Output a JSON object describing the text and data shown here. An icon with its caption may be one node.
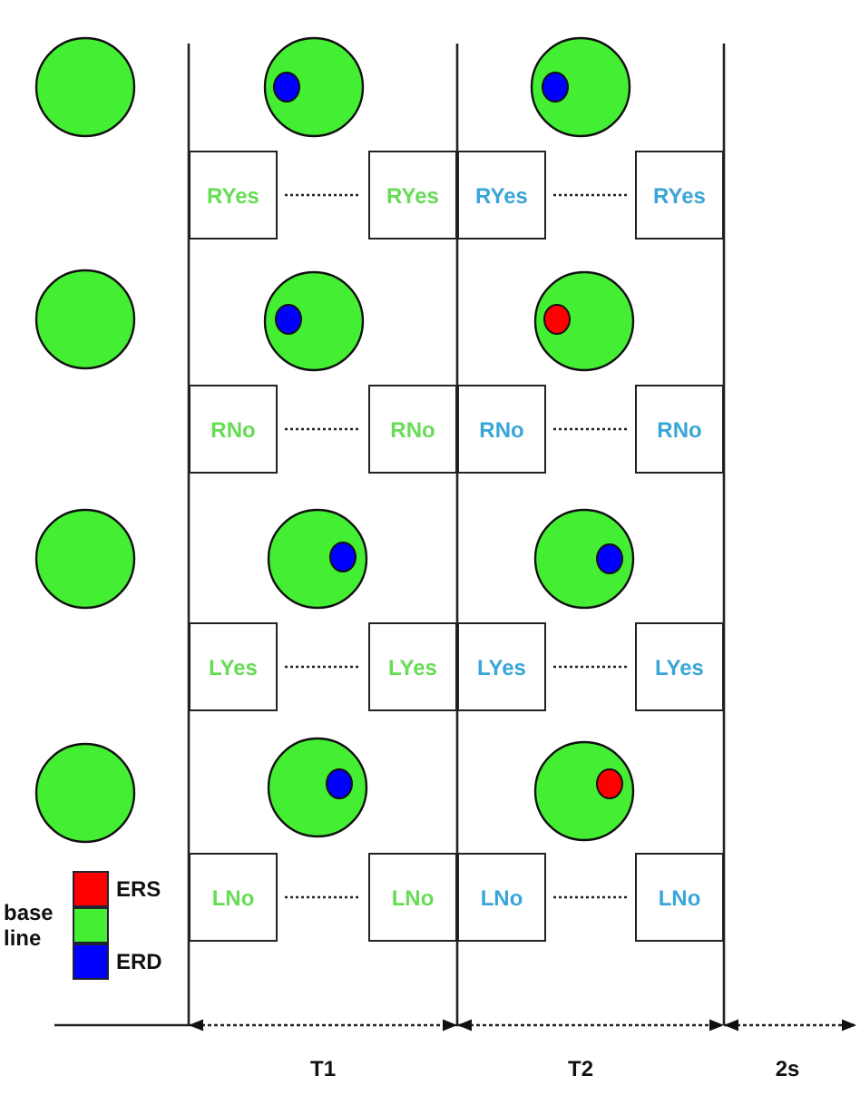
{
  "diagram": {
    "nodes": [
      {
        "text": [
          "RYes"
        ]
      },
      {
        "text": [
          "RYes"
        ]
      },
      {
        "text": [
          "RYes"
        ]
      },
      {
        "text": [
          "RYes"
        ]
      },
      {
        "text": [
          "RNo"
        ]
      },
      {
        "text": [
          "RNo"
        ]
      },
      {
        "text": [
          "RNo"
        ]
      },
      {
        "text": [
          "RNo"
        ]
      },
      {
        "text": [
          "LYes"
        ]
      },
      {
        "text": [
          "LYes"
        ]
      },
      {
        "text": [
          "LYes"
        ]
      },
      {
        "text": [
          "LYes"
        ]
      },
      {
        "text": [
          "LNo"
        ]
      },
      {
        "text": [
          "LNo"
        ]
      },
      {
        "text": [
          "LNo"
        ]
      },
      {
        "text": [
          "LNo"
        ]
      }
    ],
    "edges": [
      {
        "from": 0,
        "to": 1,
        "arrow": "none",
        "style": "dashed"
      },
      {
        "from": 2,
        "to": 3,
        "arrow": "none",
        "style": "dashed"
      },
      {
        "from": 4,
        "to": 5,
        "arrow": "none",
        "style": "dashed"
      },
      {
        "from": 6,
        "to": 7,
        "arrow": "none",
        "style": "dashed"
      },
      {
        "from": 8,
        "to": 9,
        "arrow": "none",
        "style": "dashed"
      },
      {
        "from": 10,
        "to": 11,
        "arrow": "none",
        "style": "dashed"
      },
      {
        "from": 12,
        "to": 13,
        "arrow": "none",
        "style": "dashed"
      },
      {
        "from": 14,
        "to": 15,
        "arrow": "none",
        "style": "dashed"
      }
    ],
    "labels": [
      "T1",
      "T2",
      "2s"
    ],
    "legend": [
      {
        "text": "ERS",
        "color": "#ff0000"
      },
      {
        "text": "base line",
        "color": "#44ee33"
      },
      {
        "text": "ERD",
        "color": "#0000ff"
      }
    ]
  }
}
